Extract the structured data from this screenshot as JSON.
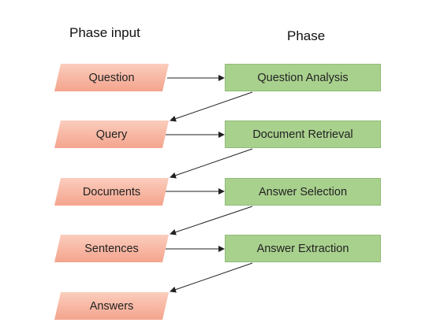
{
  "headers": {
    "input": "Phase input",
    "phase": "Phase"
  },
  "inputs": [
    {
      "label": "Question"
    },
    {
      "label": "Query"
    },
    {
      "label": "Documents"
    },
    {
      "label": "Sentences"
    },
    {
      "label": "Answers"
    }
  ],
  "phases": [
    {
      "label": "Question Analysis"
    },
    {
      "label": "Document Retrieval"
    },
    {
      "label": "Answer Selection"
    },
    {
      "label": "Answer Extraction"
    }
  ],
  "colors": {
    "input_fill": "#f7b29f",
    "input_fill_light": "#fcd5c8",
    "phase_fill": "#a9d18e",
    "arrow": "#222222"
  }
}
